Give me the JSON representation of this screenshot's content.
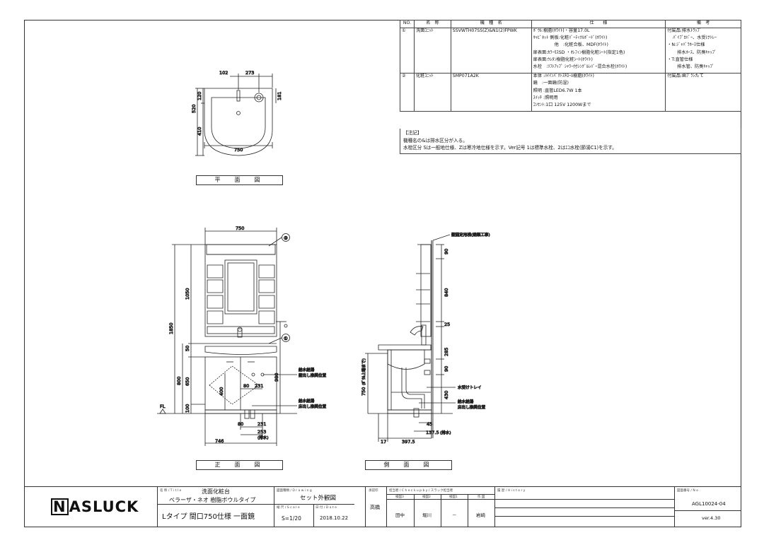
{
  "spec": {
    "headers": [
      "NO.",
      "名　称",
      "機　種　名",
      "仕　　様",
      "備　考"
    ],
    "rows": [
      {
        "no": "①",
        "name": "洗面ﾕﾆｯﾄ",
        "model": "SSVWTH07SS(Z)&N1(2)FPWK",
        "spec": [
          "ﾎﾞｳﾙ:樹脂(ﾎﾜｲﾄ)・容量17.0L",
          "ｷｬﾋﾞﾈｯﾄ 側板:化粧ﾊﾟｰﾃｨｸﾙﾎﾞｰﾄﾞ(ﾎﾜｲﾄ)",
          "他　:化粧合板、MDF(ﾎﾜｲﾄ)",
          "扉表面:ｶﾗｰﾓｽSD ・ｵﾚﾌｨﾝ樹脂化粧ｼｰﾄ(指定1色)",
          "扉表面:ｳﾚﾀﾝ樹脂化粧ｼｰﾄ(ﾎﾜｲﾄ)",
          "水栓　:ﾘﾌﾄｱｯﾌﾟ ｼｬﾜｰ付ｼﾝｸﾞﾙﾚﾊﾞｰ混合水栓(ﾎﾜｲﾄ)"
        ],
        "remarks": [
          "付属品:排水ﾄﾗｯﾌﾟ",
          "ﾊﾟｲﾌﾟｶﾊﾞｰ、水受けﾄﾚｰ",
          "・N:ｼﾞｬﾊﾞﾗﾎｰｽ仕様",
          "排水ﾎｰｽ、防臭ｷｬｯﾌﾟ",
          "・T:直管仕様",
          "排水管、防臭ｷｬｯﾌﾟ"
        ]
      },
      {
        "no": "②",
        "name": "化粧ﾕﾆｯﾄ",
        "model": "SMP071A2K",
        "spec": [
          "本体 :ﾊｲｲﾝﾊﾟｸﾄｽﾁﾛｰﾙ樹脂(ﾎﾜｲﾄ)",
          "鏡　:一面鏡(防湿)",
          "照明 :直管LED6.7W 1本",
          "ｽｲｯﾁ :照明用",
          "ｺﾝｾﾝﾄ:1口 125V 1200Wまで"
        ],
        "remarks": [
          "付属品:歯ﾌﾞﾗｼたて"
        ]
      }
    ]
  },
  "notes": {
    "heading": "【注記】",
    "lines": [
      "機種名の&は排水区分が入る。",
      "水栓区分 Sは一般地仕様、Zは寒冷地仕様を示す。Ver記号 1は標準水栓、2はｴｺ水栓(節湯C1)を示す。"
    ]
  },
  "views": {
    "plan": "平　面　図",
    "front": "正　面　図",
    "side": "側　面　図"
  },
  "plan_dims": {
    "d102": "102",
    "d273": "273",
    "d520": "520",
    "d120": "120",
    "d410": "410",
    "d181": "181",
    "d750": "750"
  },
  "front_dims": {
    "d750": "750",
    "d1850": "1850",
    "d1050": "1050",
    "d50": "50",
    "d650": "650",
    "d800": "800",
    "d100": "100",
    "d980": "980",
    "d400": "400",
    "d80a": "80",
    "d231a": "231",
    "d80b": "80",
    "d231b": "231",
    "d253": "253",
    "haisui": "(排水)",
    "d746": "746",
    "fl": "FL",
    "callout1": "①",
    "callout2": "②",
    "note_a1": "給水給湯",
    "note_a2": "壁出し推奨位置",
    "note_b1": "給水給湯",
    "note_b2": "床出し推奨位置"
  },
  "side_dims": {
    "d90a": "90",
    "d840": "840",
    "d25": "25",
    "d285": "285",
    "d90b": "90",
    "d430": "430",
    "d750v": "750",
    "d750v_note": "(ﾎﾞｳﾙ上端まで)",
    "d45": "45",
    "d137": "137.5",
    "haisui": "(排水)",
    "d17": "17",
    "d397": "397.5",
    "note_wall": "壁固定用桟(建築工事)",
    "note_tray": "水受けトレイ",
    "note_w1": "給水給湯",
    "note_w2": "床出し推奨位置"
  },
  "title_block": {
    "logo_n": "N",
    "logo_rest": "ASLUCK",
    "title_caption": "名 称 / T i t l e",
    "title_line1": "洗面化粧台",
    "title_line2": "ベラーザ・ネオ 樹脂ボウルタイプ",
    "title_line3": "Lタイプ 間口750仕様 一面鏡",
    "drawing_caption": "図面種類 / D r a w i n g",
    "drawing": "セット外観図",
    "scale_caption": "縮 尺 / S c a l e",
    "scale": "S=1/20",
    "date_caption": "日 付 / D a t e",
    "date": "2018.10.22",
    "author_caption": "承認印",
    "author": "高橋",
    "check_caption": "担当者 / C h e c k  u p  b y  / スラック担当者",
    "check_headers": [
      "検図3",
      "検図2",
      "検図1",
      "作 図"
    ],
    "check_names": [
      "田中",
      "堀川",
      "－",
      "岩崎"
    ],
    "history_caption": "履 歴 / H i s t o r y",
    "no_caption": "図面番号 / N o .",
    "drawing_no": "AGL10024-04",
    "version": "ver.4.30"
  }
}
